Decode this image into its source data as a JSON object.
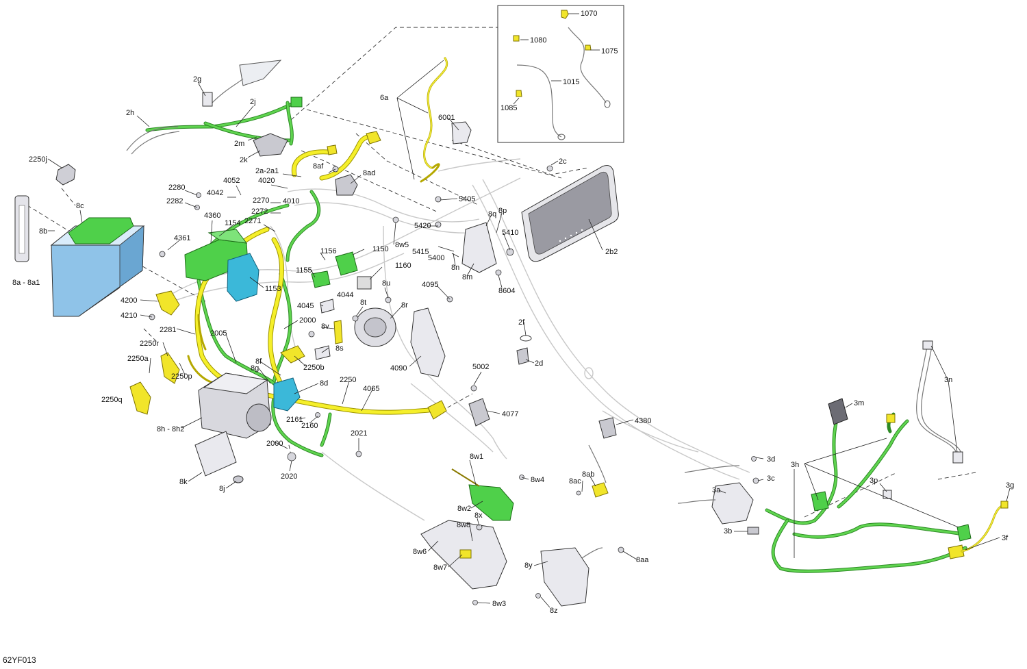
{
  "figure_code": "62YF013",
  "callouts": {
    "1070": "1070",
    "1075": "1075",
    "1080": "1080",
    "1085": "1085",
    "1015": "1015",
    "6a": "6a",
    "6001": "6001",
    "2g": "2g",
    "2h": "2h",
    "2j": "2j",
    "2m": "2m",
    "2k": "2k",
    "2250j": "2250j",
    "8c": "8c",
    "8b": "8b",
    "8a_8a1": "8a - 8a1",
    "8af": "8af",
    "2a_2a1": "2a-2a1",
    "8ad": "8ad",
    "2280": "2280",
    "2282": "2282",
    "4052": "4052",
    "4020": "4020",
    "4042": "4042",
    "2270": "2270",
    "4010": "4010",
    "2272": "2272",
    "2271": "2271",
    "4360": "4360",
    "1154": "1154",
    "4361": "4361",
    "1156": "1156",
    "1150": "1150",
    "1155": "1155",
    "1160": "1160",
    "1153": "1153",
    "8w5": "8w5",
    "5405": "5405",
    "5420": "5420",
    "8q": "8q",
    "8p": "8p",
    "5415": "5415",
    "5400": "5400",
    "5410": "5410",
    "8n": "8n",
    "8m": "8m",
    "8604": "8604",
    "2c": "2c",
    "2b2": "2b2",
    "4200": "4200",
    "4210": "4210",
    "4045": "4045",
    "4044": "4044",
    "8u": "8u",
    "8t": "8t",
    "8r": "8r",
    "4095": "4095",
    "2281": "2281",
    "2000a": "2000",
    "2005": "2005",
    "8v": "8v",
    "2250r": "2250r",
    "2250a": "2250a",
    "2250p": "2250p",
    "8s": "8s",
    "2250b": "2250b",
    "4090": "4090",
    "2f": "2f",
    "2d": "2d",
    "8f": "8f",
    "8g": "8g",
    "8d": "8d",
    "2250": "2250",
    "4065": "4065",
    "2250q": "2250q",
    "8h_8h2": "8h - 8h2",
    "2161": "2161",
    "2160": "2160",
    "5002": "5002",
    "4077": "4077",
    "4380": "4380",
    "2000b": "2000",
    "2021": "2021",
    "2020": "2020",
    "8k": "8k",
    "8j": "8j",
    "8w1": "8w1",
    "8w4": "8w4",
    "8ab": "8ab",
    "8ac": "8ac",
    "8w2": "8w2",
    "8x": "8x",
    "8w8": "8w8",
    "8w6": "8w6",
    "8w7": "8w7",
    "8w3": "8w3",
    "8y": "8y",
    "8aa": "8aa",
    "8z": "8z",
    "3n": "3n",
    "3m": "3m",
    "3h": "3h",
    "3d": "3d",
    "3c": "3c",
    "3a": "3a",
    "3b": "3b",
    "3p": "3p",
    "3g": "3g",
    "3f": "3f"
  },
  "colors": {
    "harness_green": "#5fd44f",
    "harness_yellow": "#f5ef2a",
    "battery_blue": "#8fc3e8",
    "module_cyan": "#3bb8d9"
  }
}
